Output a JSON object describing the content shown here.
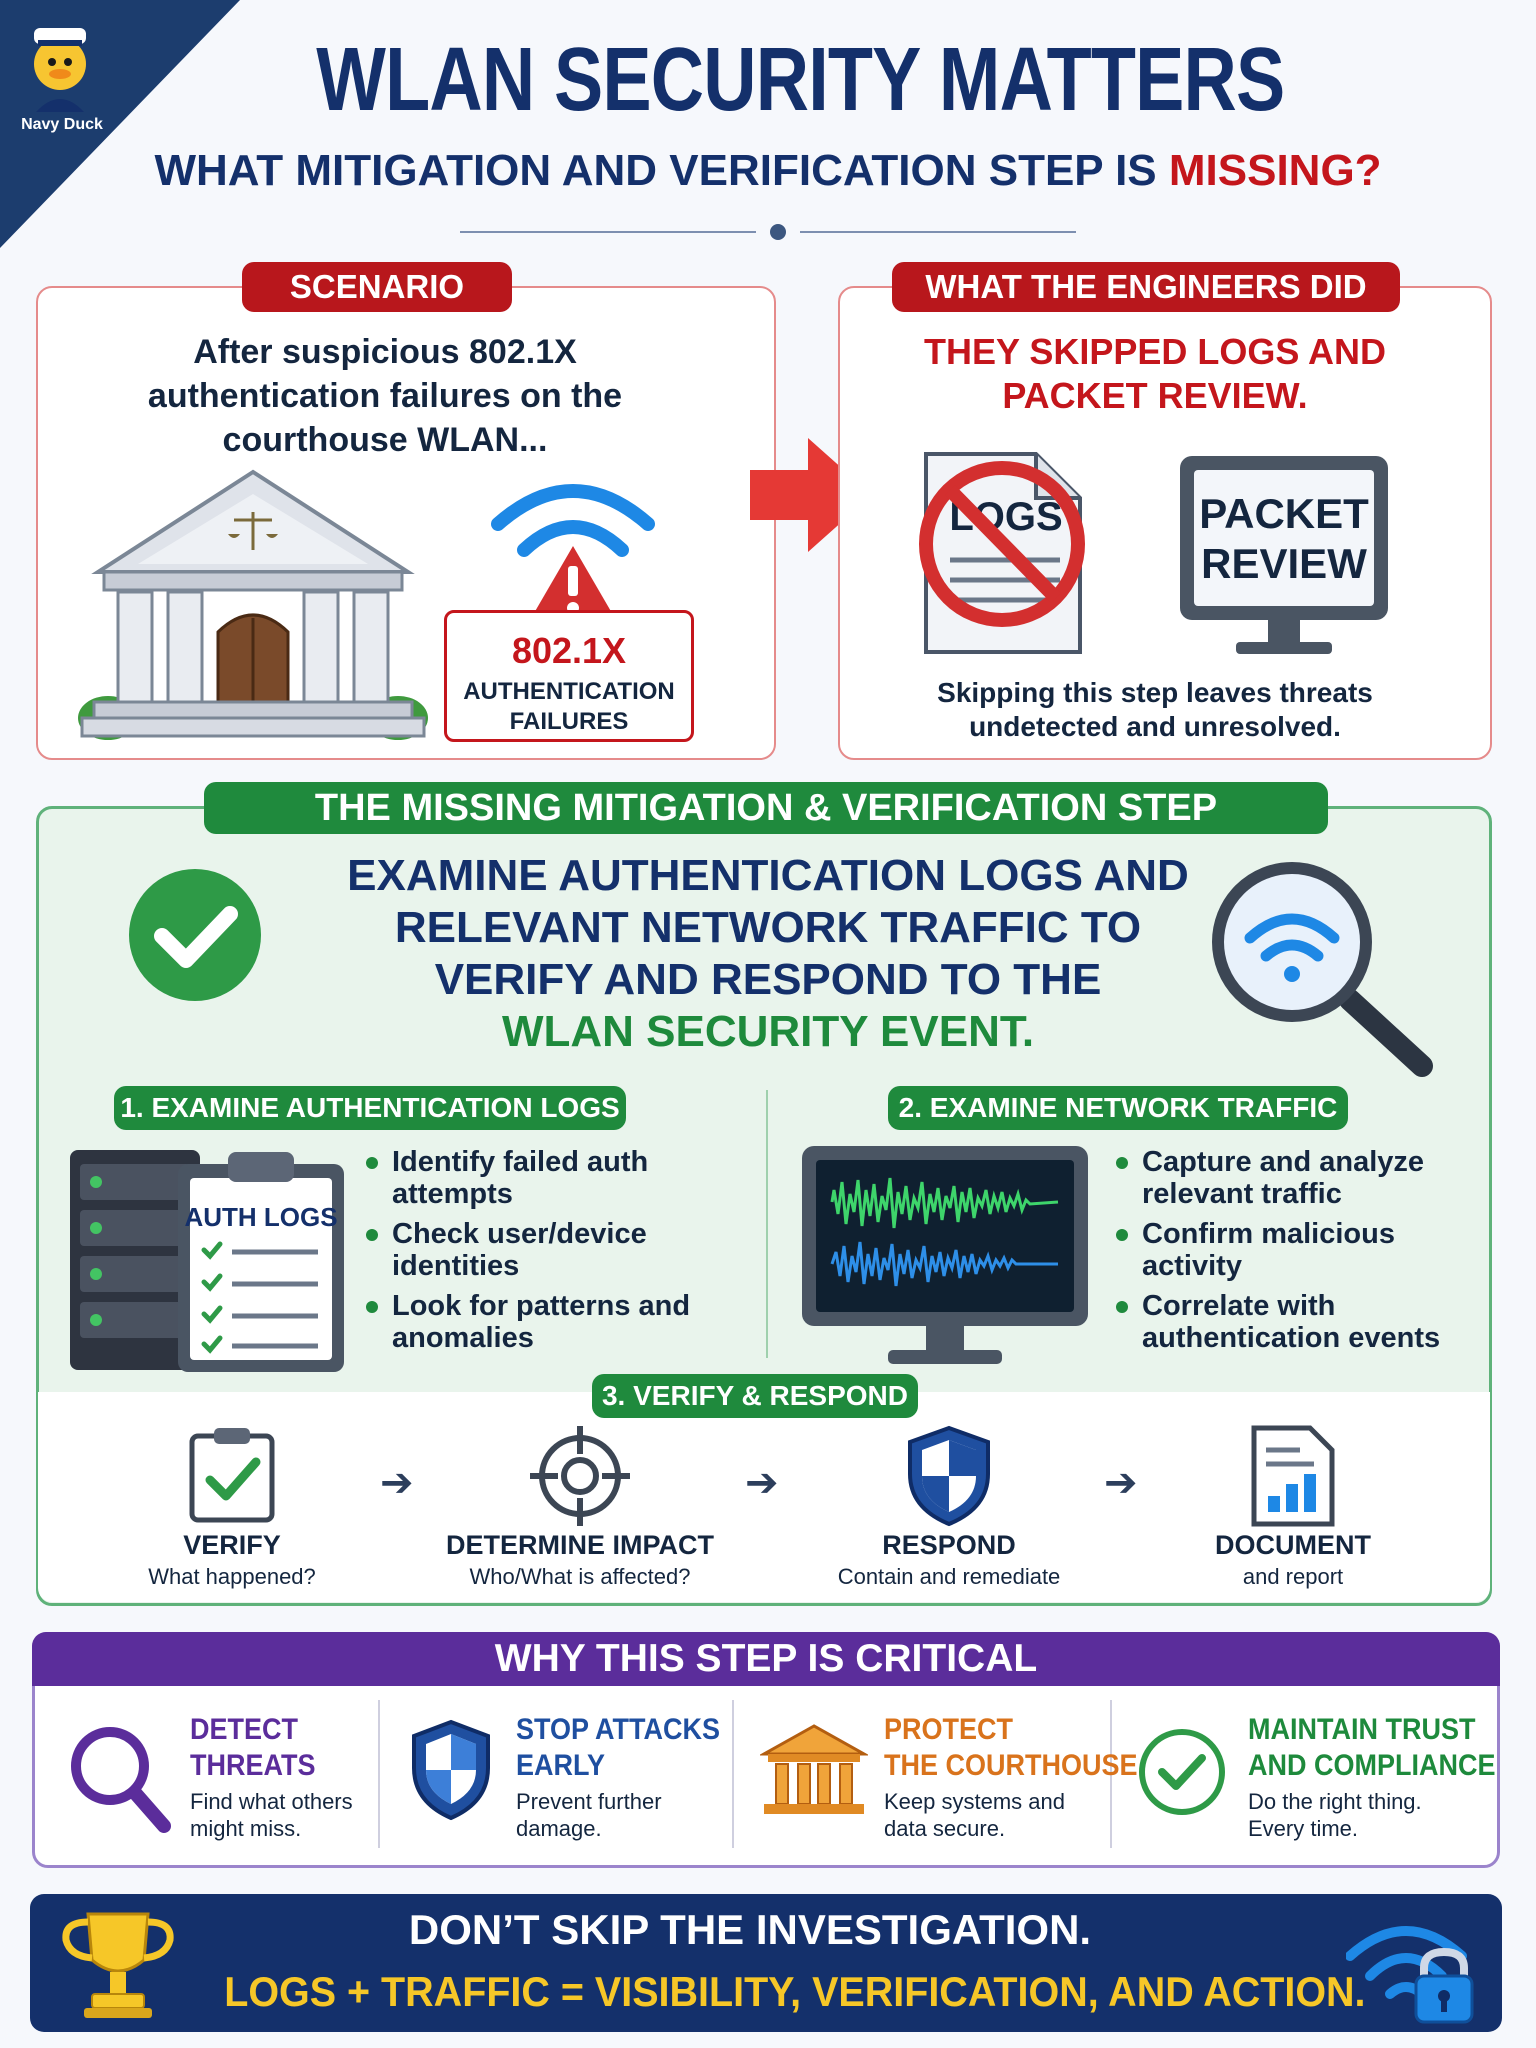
{
  "badge": {
    "label": "Navy Duck"
  },
  "header": {
    "title": "WLAN SECURITY MATTERS",
    "subtitle_main": "WHAT MITIGATION AND VERIFICATION STEP IS ",
    "subtitle_emphasis": "MISSING?"
  },
  "scenario": {
    "label": "SCENARIO",
    "text": "After suspicious 802.1X authentication failures on the courthouse WLAN...",
    "alert_code": "802.1X",
    "alert_label": "AUTHENTICATION FAILURES"
  },
  "engineers": {
    "label": "WHAT THE ENGINEERS DID",
    "headline": "THEY SKIPPED LOGS AND PACKET REVIEW.",
    "logs_icon_text": "LOGS",
    "packet_line1": "PACKET",
    "packet_line2": "REVIEW",
    "note": "Skipping this step leaves threats undetected and unresolved."
  },
  "missing_step": {
    "label": "THE MISSING MITIGATION & VERIFICATION STEP",
    "line1": "EXAMINE AUTHENTICATION LOGS AND",
    "line2": "RELEVANT NETWORK TRAFFIC TO",
    "line3": "VERIFY AND RESPOND TO THE",
    "line4": "WLAN SECURITY EVENT.",
    "step1": {
      "label": "1. EXAMINE AUTHENTICATION LOGS",
      "clipboard_text": "AUTH LOGS",
      "bullets": [
        "Identify failed auth attempts",
        "Check user/device identities",
        "Look for patterns and anomalies"
      ]
    },
    "step2": {
      "label": "2. EXAMINE NETWORK TRAFFIC",
      "bullets": [
        "Capture and analyze relevant traffic",
        "Confirm malicious activity",
        "Correlate with authentication events"
      ]
    },
    "step3": {
      "label": "3. VERIFY & RESPOND",
      "flow": [
        {
          "title": "VERIFY",
          "sub": "What happened?",
          "icon": "checklist-icon"
        },
        {
          "title": "DETERMINE IMPACT",
          "sub": "Who/What is affected?",
          "icon": "target-icon"
        },
        {
          "title": "RESPOND",
          "sub": "Contain and remediate",
          "icon": "shield-icon"
        },
        {
          "title": "DOCUMENT",
          "sub": "and report",
          "icon": "report-icon"
        }
      ]
    }
  },
  "why": {
    "label": "WHY THIS STEP IS CRITICAL",
    "items": [
      {
        "title1": "DETECT",
        "title2": "THREATS",
        "desc1": "Find what others",
        "desc2": "might miss.",
        "color": "#5b2d9b"
      },
      {
        "title1": "STOP ATTACKS",
        "title2": "EARLY",
        "desc1": "Prevent further",
        "desc2": "damage.",
        "color": "#1f4fa0"
      },
      {
        "title1": "PROTECT",
        "title2": "THE COURTHOUSE",
        "desc1": "Keep systems and",
        "desc2": "data secure.",
        "color": "#d9731c"
      },
      {
        "title1": "MAINTAIN TRUST",
        "title2": "AND COMPLIANCE",
        "desc1": "Do the right thing.",
        "desc2": "Every time.",
        "color": "#1e8a3c"
      }
    ]
  },
  "footer": {
    "line1": "DON’T SKIP THE INVESTIGATION.",
    "line2": "LOGS + TRAFFIC = VISIBILITY, VERIFICATION, AND ACTION."
  },
  "colors": {
    "navy": "#14306b",
    "red": "#c4161c",
    "green": "#1f8a3d",
    "purple": "#5b2d9b",
    "wifi_blue": "#1e88e5",
    "gold": "#f6c728"
  }
}
